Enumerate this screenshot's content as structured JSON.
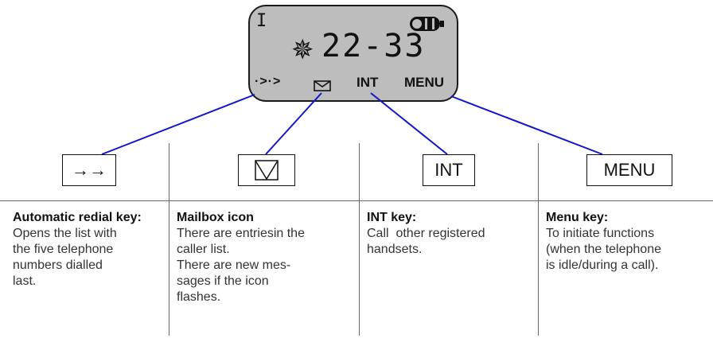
{
  "display": {
    "line_mark": "I",
    "star_symbol": "✵",
    "number": "22-33",
    "redial_symbol": "·>·>",
    "int_label": "INT",
    "menu_label": "MENU"
  },
  "keys": {
    "redial_label": "→→",
    "int_label": "INT",
    "menu_label": "MENU"
  },
  "descriptions": [
    {
      "title": "Automatic redial key:",
      "lines": [
        "Opens the list with",
        "the five telephone",
        "numbers dialled",
        "last."
      ]
    },
    {
      "title": "Mailbox icon",
      "lines": [
        "There are entriesin the",
        "caller list.",
        "There are new mes-",
        "sages if the icon",
        "flashes."
      ]
    },
    {
      "title": "INT key:",
      "lines": [
        "Call  other registered",
        "handsets."
      ]
    },
    {
      "title": "Menu key:",
      "lines": [
        "To initiate functions",
        "(when the telephone",
        "is idle/during a call)."
      ]
    }
  ],
  "colors": {
    "connector": "#1414cc",
    "lcd_background": "#bdbdbd"
  }
}
